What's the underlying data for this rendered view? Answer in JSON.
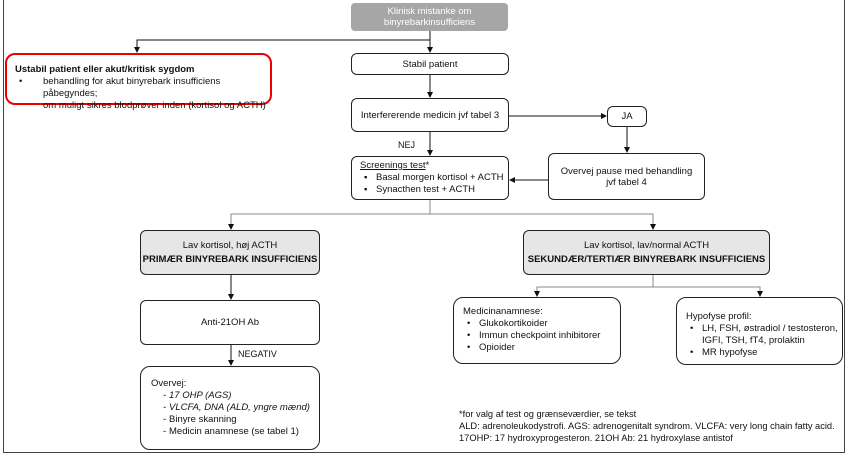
{
  "start": {
    "line1": "Klinisk mistanke om",
    "line2": "binyrebarkinsufficiens"
  },
  "unstable": {
    "title": "Ustabil patient eller akut/kritisk sygdom",
    "bullet": "behandling for akut binyrebark insufficiens påbegyndes;",
    "bullet_cont": "om muligt sikres blodprøver inden (kortisol og ACTH)",
    "border_color": "#e00000"
  },
  "stable": "Stabil patient",
  "interfering": "Interfererende medicin jvf tabel 3",
  "yes": "JA",
  "no": "NEJ",
  "pause": {
    "line1": "Overvej pause med behandling",
    "line2": "jvf tabel 4"
  },
  "screening": {
    "title": "Screenings test",
    "asterisk": "*",
    "items": [
      "Basal morgen kortisol + ACTH",
      "Synacthen test + ACTH"
    ]
  },
  "primary": {
    "line1": "Lav kortisol, høj ACTH",
    "line2": "PRIMÆR BINYREBARK INSUFFICIENS"
  },
  "secondary": {
    "line1": "Lav kortisol, lav/normal ACTH",
    "line2": "SEKUNDÆR/TERTIÆR BINYREBARK INSUFFICIENS"
  },
  "anti": "Anti-21OH Ab",
  "negative": "NEGATIV",
  "consider": {
    "title": "Overvej:",
    "items": [
      "17 OHP (AGS)",
      "VLCFA, DNA (ALD, yngre mænd)",
      "Binyre skanning",
      "Medicin anamnese (se tabel 1)"
    ]
  },
  "medhistory": {
    "title": "Medicinanamnese:",
    "items": [
      "Glukokortikoider",
      "Immun checkpoint inhibitorer",
      "Opioider"
    ]
  },
  "pituitary": {
    "title": "Hypofyse profil:",
    "items": [
      "LH, FSH, østradiol / testosteron,",
      "IGFI, TSH, fT4, prolaktin",
      "MR hypofyse"
    ]
  },
  "footnotes": [
    "*for valg af test og grænseværdier, se tekst",
    "ALD: adrenoleukodystrofi. AGS: adrenogenitalt syndrom. VLCFA: very long chain fatty acid.",
    "17OHP: 17 hydroxyprogesteron. 21OH Ab: 21 hydroxylase antistof"
  ]
}
